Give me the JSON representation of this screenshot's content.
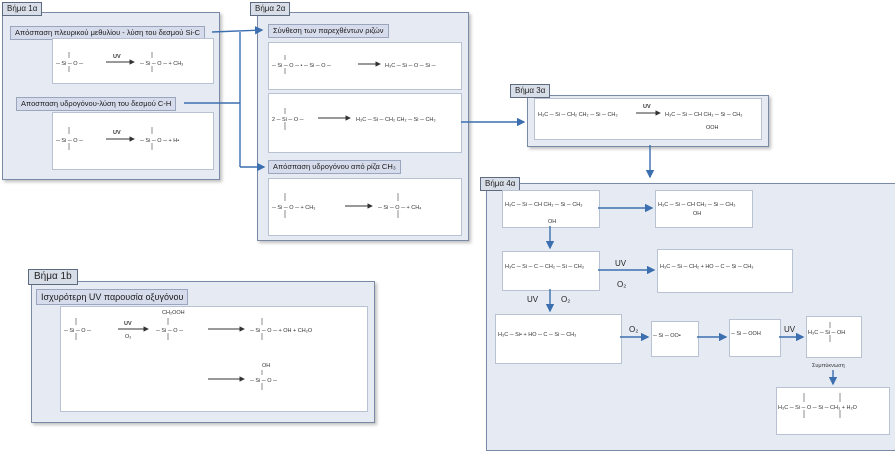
{
  "colors": {
    "panel": "#e6ebf3",
    "arrow": "#3b6fb0",
    "border": "#7a8aa6"
  },
  "step1a": {
    "tab": "Βήμα 1α",
    "h1": "Απόσπαση πλευρικού μεθυλίου - λύση του δεσμού Si-C",
    "h2": "Αποσπαση υδρογόνου-λύση του δεσμού C-H",
    "r1": {
      "reactant": "─ Si ─ O ─",
      "arrow_label": "UV",
      "product": "─ Si ─ O ─   +  CH₃"
    },
    "r2": {
      "reactant": "─ Si ─ O ─",
      "arrow_label": "UV",
      "product": "─ Si ─ O ─   +  H•"
    }
  },
  "step2a": {
    "tab": "Βήμα 2α",
    "h1": "Σύνθεση των παρεχθέντων ριζών",
    "h2": "Απόσπαση υδρογόνου από ρίζα CH₃",
    "r1": {
      "reactant": "─ Si ─ O ─ • ─ Si ─ O ─",
      "product": "H₃C ─ Si ─ O ─ Si ─"
    },
    "r2": {
      "reactant": "2 ─ Si ─ O ─",
      "product": "H₃C ─ Si ─ CH₂ CH₂ ─ Si ─ CH₃"
    },
    "r3": {
      "reactant": "─ Si ─ O ─  +  CH₃",
      "product": "─ Si ─ O ─  +  CH₄"
    }
  },
  "step3a": {
    "tab": "Βήμα 3α",
    "r1": {
      "reactant": "H₃C ─ Si ─ CH₂ CH₂ ─ Si ─ CH₃",
      "arrow_label": "UV",
      "product": "H₃C ─ Si ─ CH CH₂ ─ Si ─ CH₃",
      "sub": "OOH"
    }
  },
  "step4a": {
    "tab": "Βήμα 4α",
    "s1": "H₃C ─ Si ─ CH CH₂ ─ Si ─ CH₃",
    "s1_sub": "OH",
    "s2": "H₃C ─ Si ─ CH CH₂ ─ Si ─ CH₃",
    "s2_sub": "OH",
    "s3": "H₃C ─ Si ─ C ─ CH₂ ─ Si ─ CH₃",
    "s4": "H₃C ─ Si ─ CH₂  +  HO ─ C ─ Si ─ CH₃",
    "s5": "H₃C ─ Si•  +  HO ─ C ─ Si ─ CH₃",
    "s6": "─ Si ─ OO•",
    "s7": "─ Si ─ OOH",
    "s8": "H₃C ─ Si ─ OH",
    "s9": "H₃C ─ Si ─ O ─ Si ─ CH₃  +  H₂O",
    "label_uv": "UV",
    "label_o2": "O₂",
    "label_condense": "Συμπύκνωση"
  },
  "step1b": {
    "tab": "Βήμα 1b",
    "h1": "Ισχυρότερη UV παρουσία οξυγόνου",
    "r1": {
      "reactant": "─ Si ─ O ─",
      "arrow_top": "UV",
      "arrow_bottom": "O₂",
      "mid": "─ Si ─ O ─",
      "mid_top": "CH₂OOH",
      "product": "─ Si ─ O ─  +  OH  +  CH₂O"
    },
    "r2": {
      "product": "─ Si ─ O ─",
      "product_top": "OH"
    }
  }
}
